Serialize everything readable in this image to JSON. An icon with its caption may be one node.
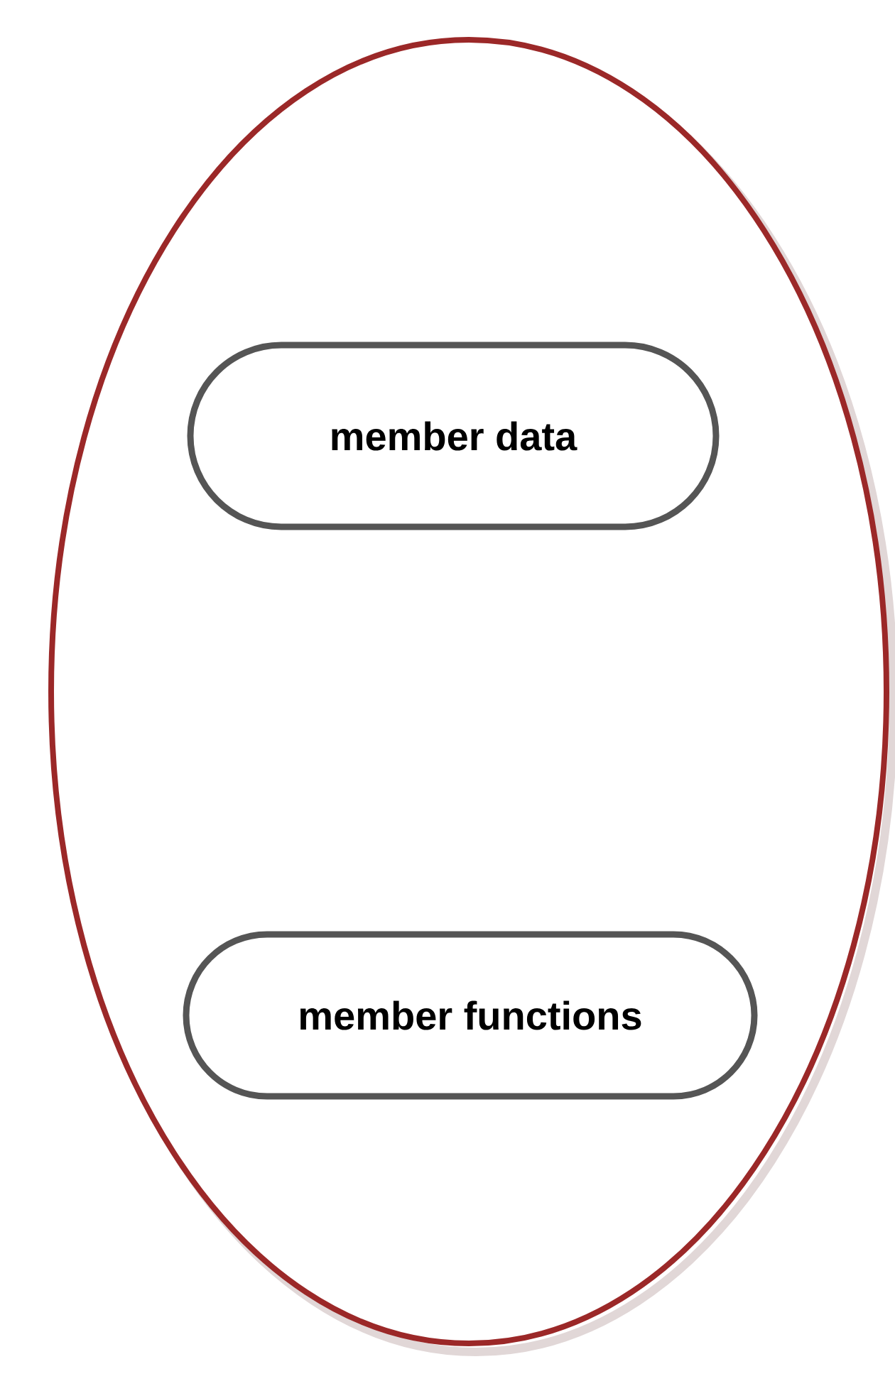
{
  "diagram": {
    "nodes": [
      {
        "text": [],
        "shape": "ellipse"
      },
      {
        "text": [
          "member data"
        ],
        "in": 0
      },
      {
        "text": [
          "member functions"
        ],
        "in": 0
      }
    ]
  }
}
